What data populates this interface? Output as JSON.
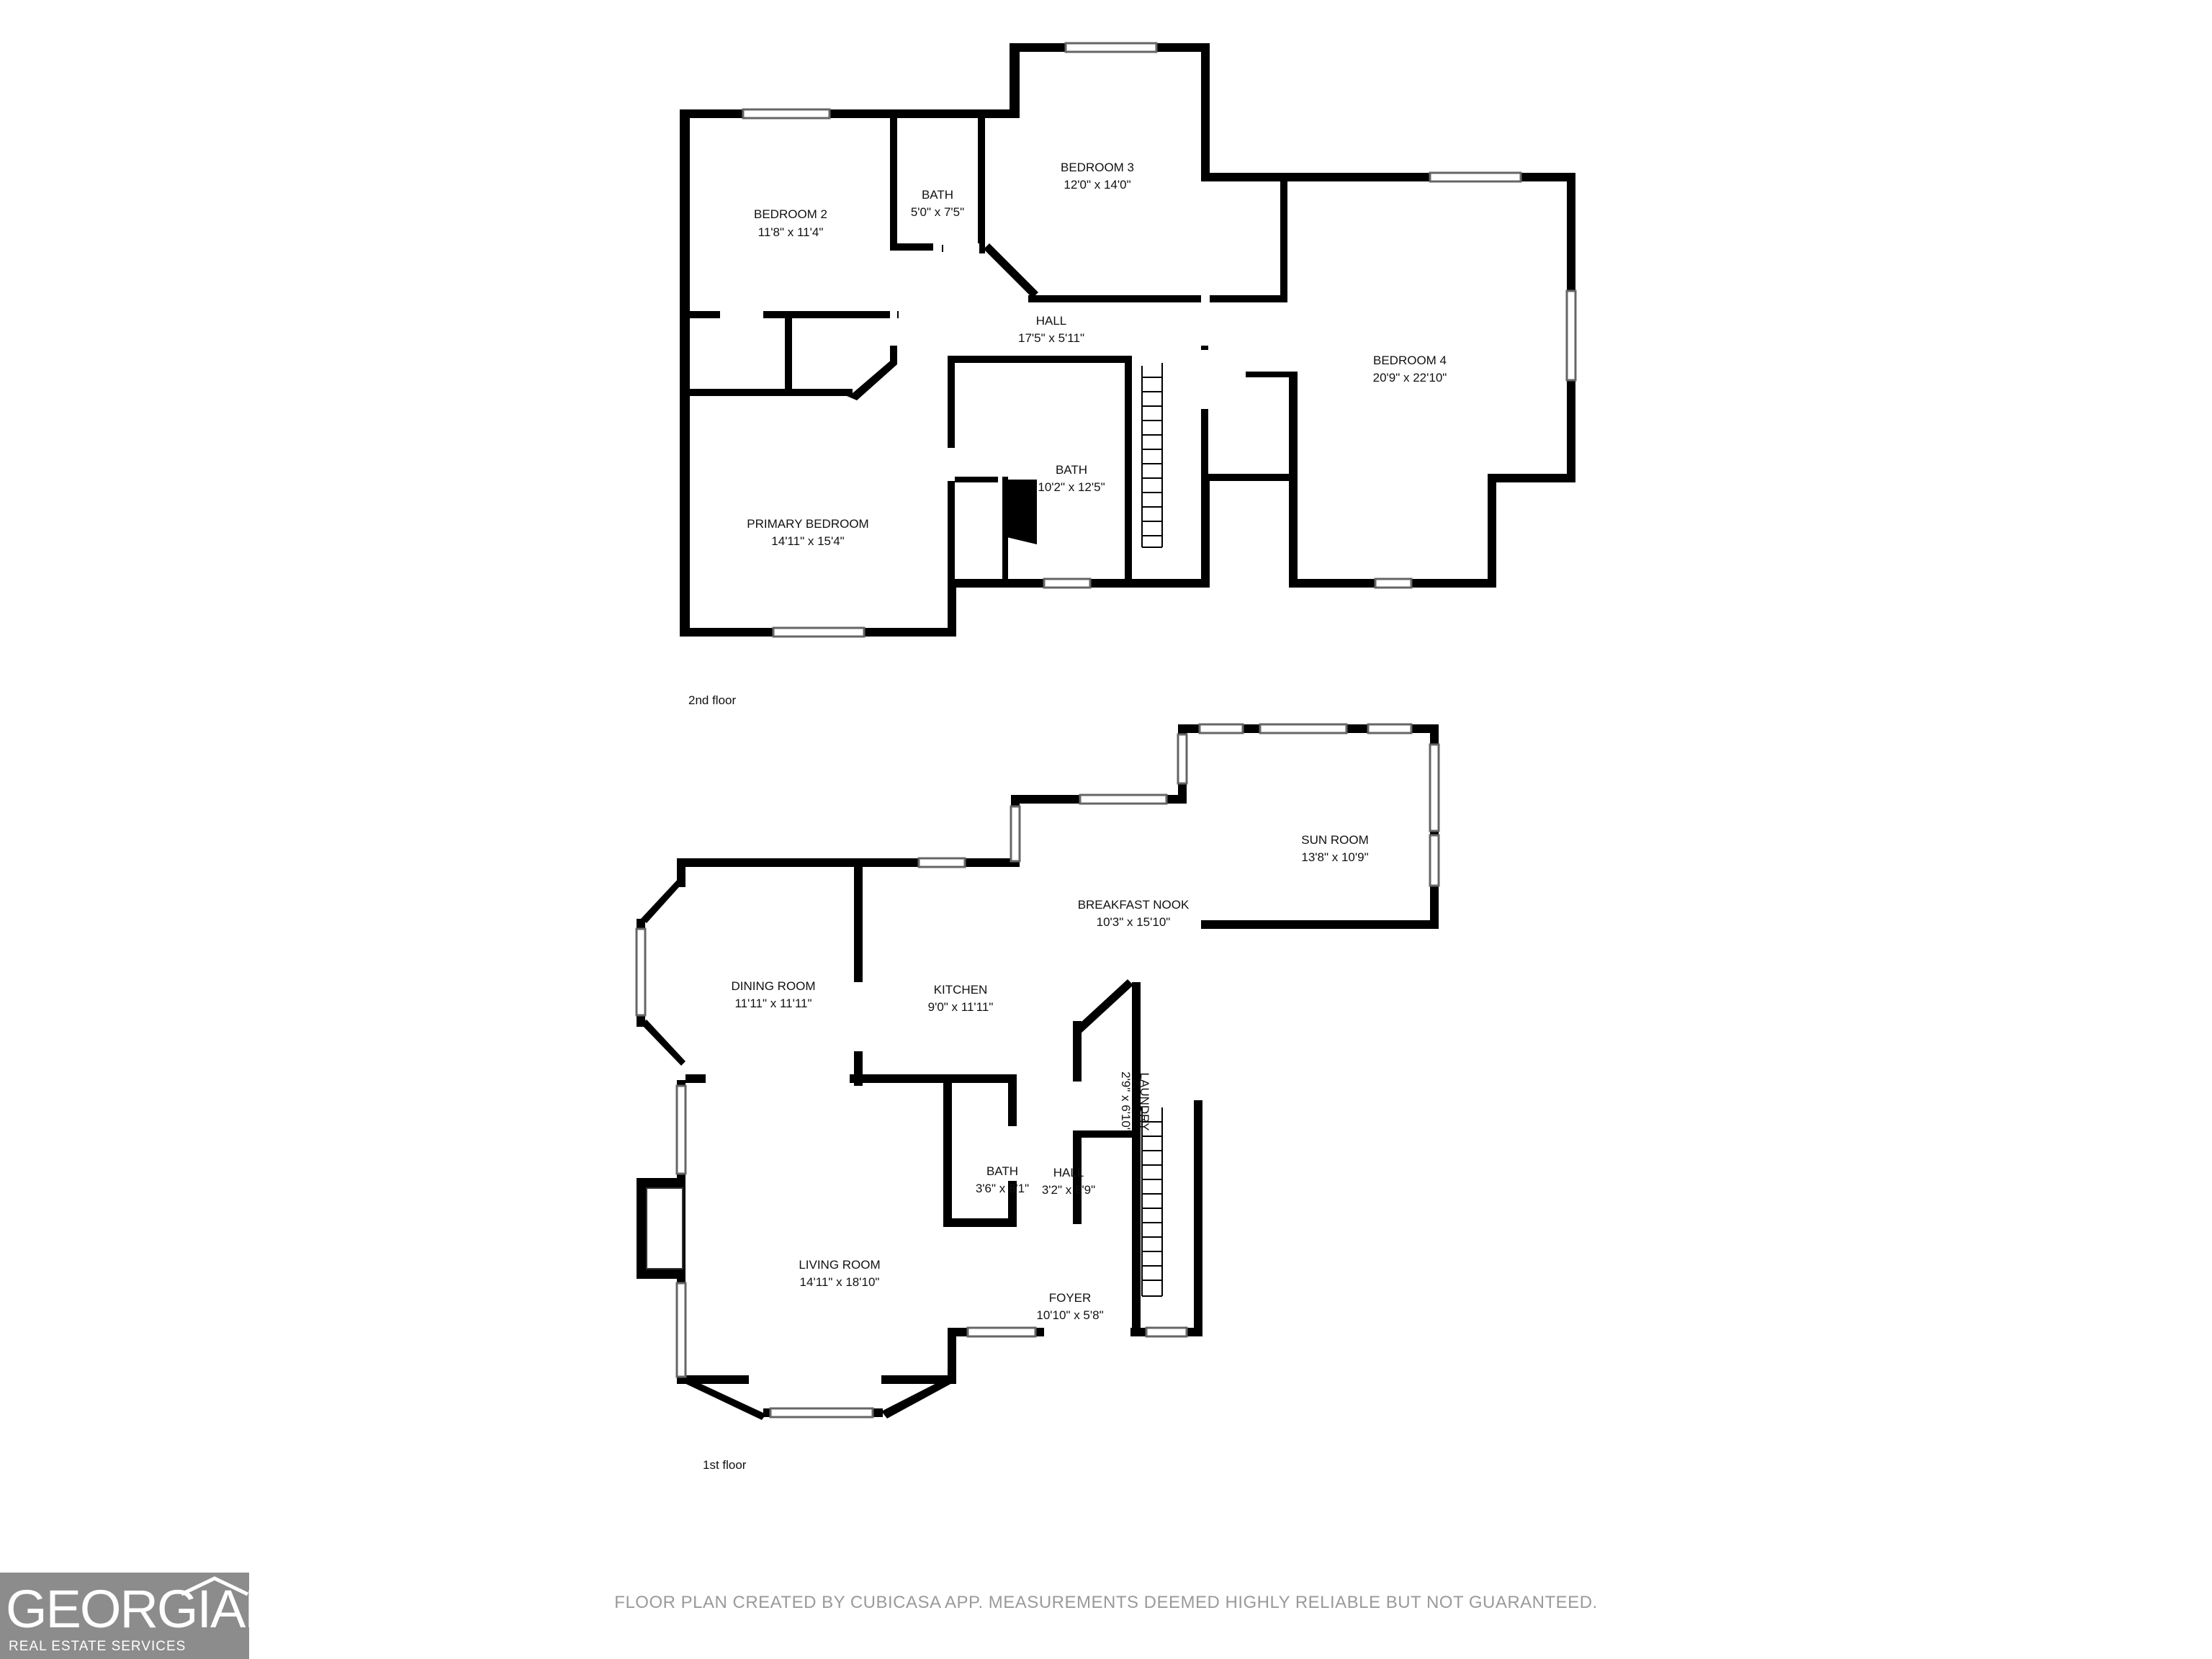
{
  "second_floor": {
    "label": "2nd floor",
    "rooms": [
      {
        "name": "BEDROOM 2",
        "dims": "11'8\" x 11'4\""
      },
      {
        "name": "BATH",
        "dims": "5'0\" x 7'5\""
      },
      {
        "name": "BEDROOM 3",
        "dims": "12'0\" x 14'0\""
      },
      {
        "name": "HALL",
        "dims": "17'5\" x 5'11\""
      },
      {
        "name": "BEDROOM 4",
        "dims": "20'9\" x 22'10\""
      },
      {
        "name": "BATH",
        "dims": "10'2\" x 12'5\""
      },
      {
        "name": "PRIMARY BEDROOM",
        "dims": "14'11\" x 15'4\""
      }
    ]
  },
  "first_floor": {
    "label": "1st floor",
    "rooms": [
      {
        "name": "SUN ROOM",
        "dims": "13'8\" x 10'9\""
      },
      {
        "name": "BREAKFAST NOOK",
        "dims": "10'3\" x 15'10\""
      },
      {
        "name": "DINING ROOM",
        "dims": "11'11\" x 11'11\""
      },
      {
        "name": "KITCHEN",
        "dims": "9'0\" x 11'11\""
      },
      {
        "name": "LAUNDRY",
        "dims": "2'9\" x 6'10\""
      },
      {
        "name": "BATH",
        "dims": "3'6\" x 8'1\""
      },
      {
        "name": "HALL",
        "dims": "3'2\" x 8'9\""
      },
      {
        "name": "LIVING ROOM",
        "dims": "14'11\" x 18'10\""
      },
      {
        "name": "FOYER",
        "dims": "10'10\" x 5'8\""
      }
    ]
  },
  "disclaimer": "FLOOR PLAN CREATED BY CUBICASA APP. MEASUREMENTS DEEMED HIGHLY RELIABLE BUT NOT GUARANTEED.",
  "logo": {
    "wordmark": "GEORGIAMLS",
    "tagline": "REAL ESTATE SERVICES",
    "background": "#8c8c8c"
  },
  "colors": {
    "walls": "#000000",
    "background": "#ffffff",
    "disclaimer": "#9a9a9a"
  }
}
